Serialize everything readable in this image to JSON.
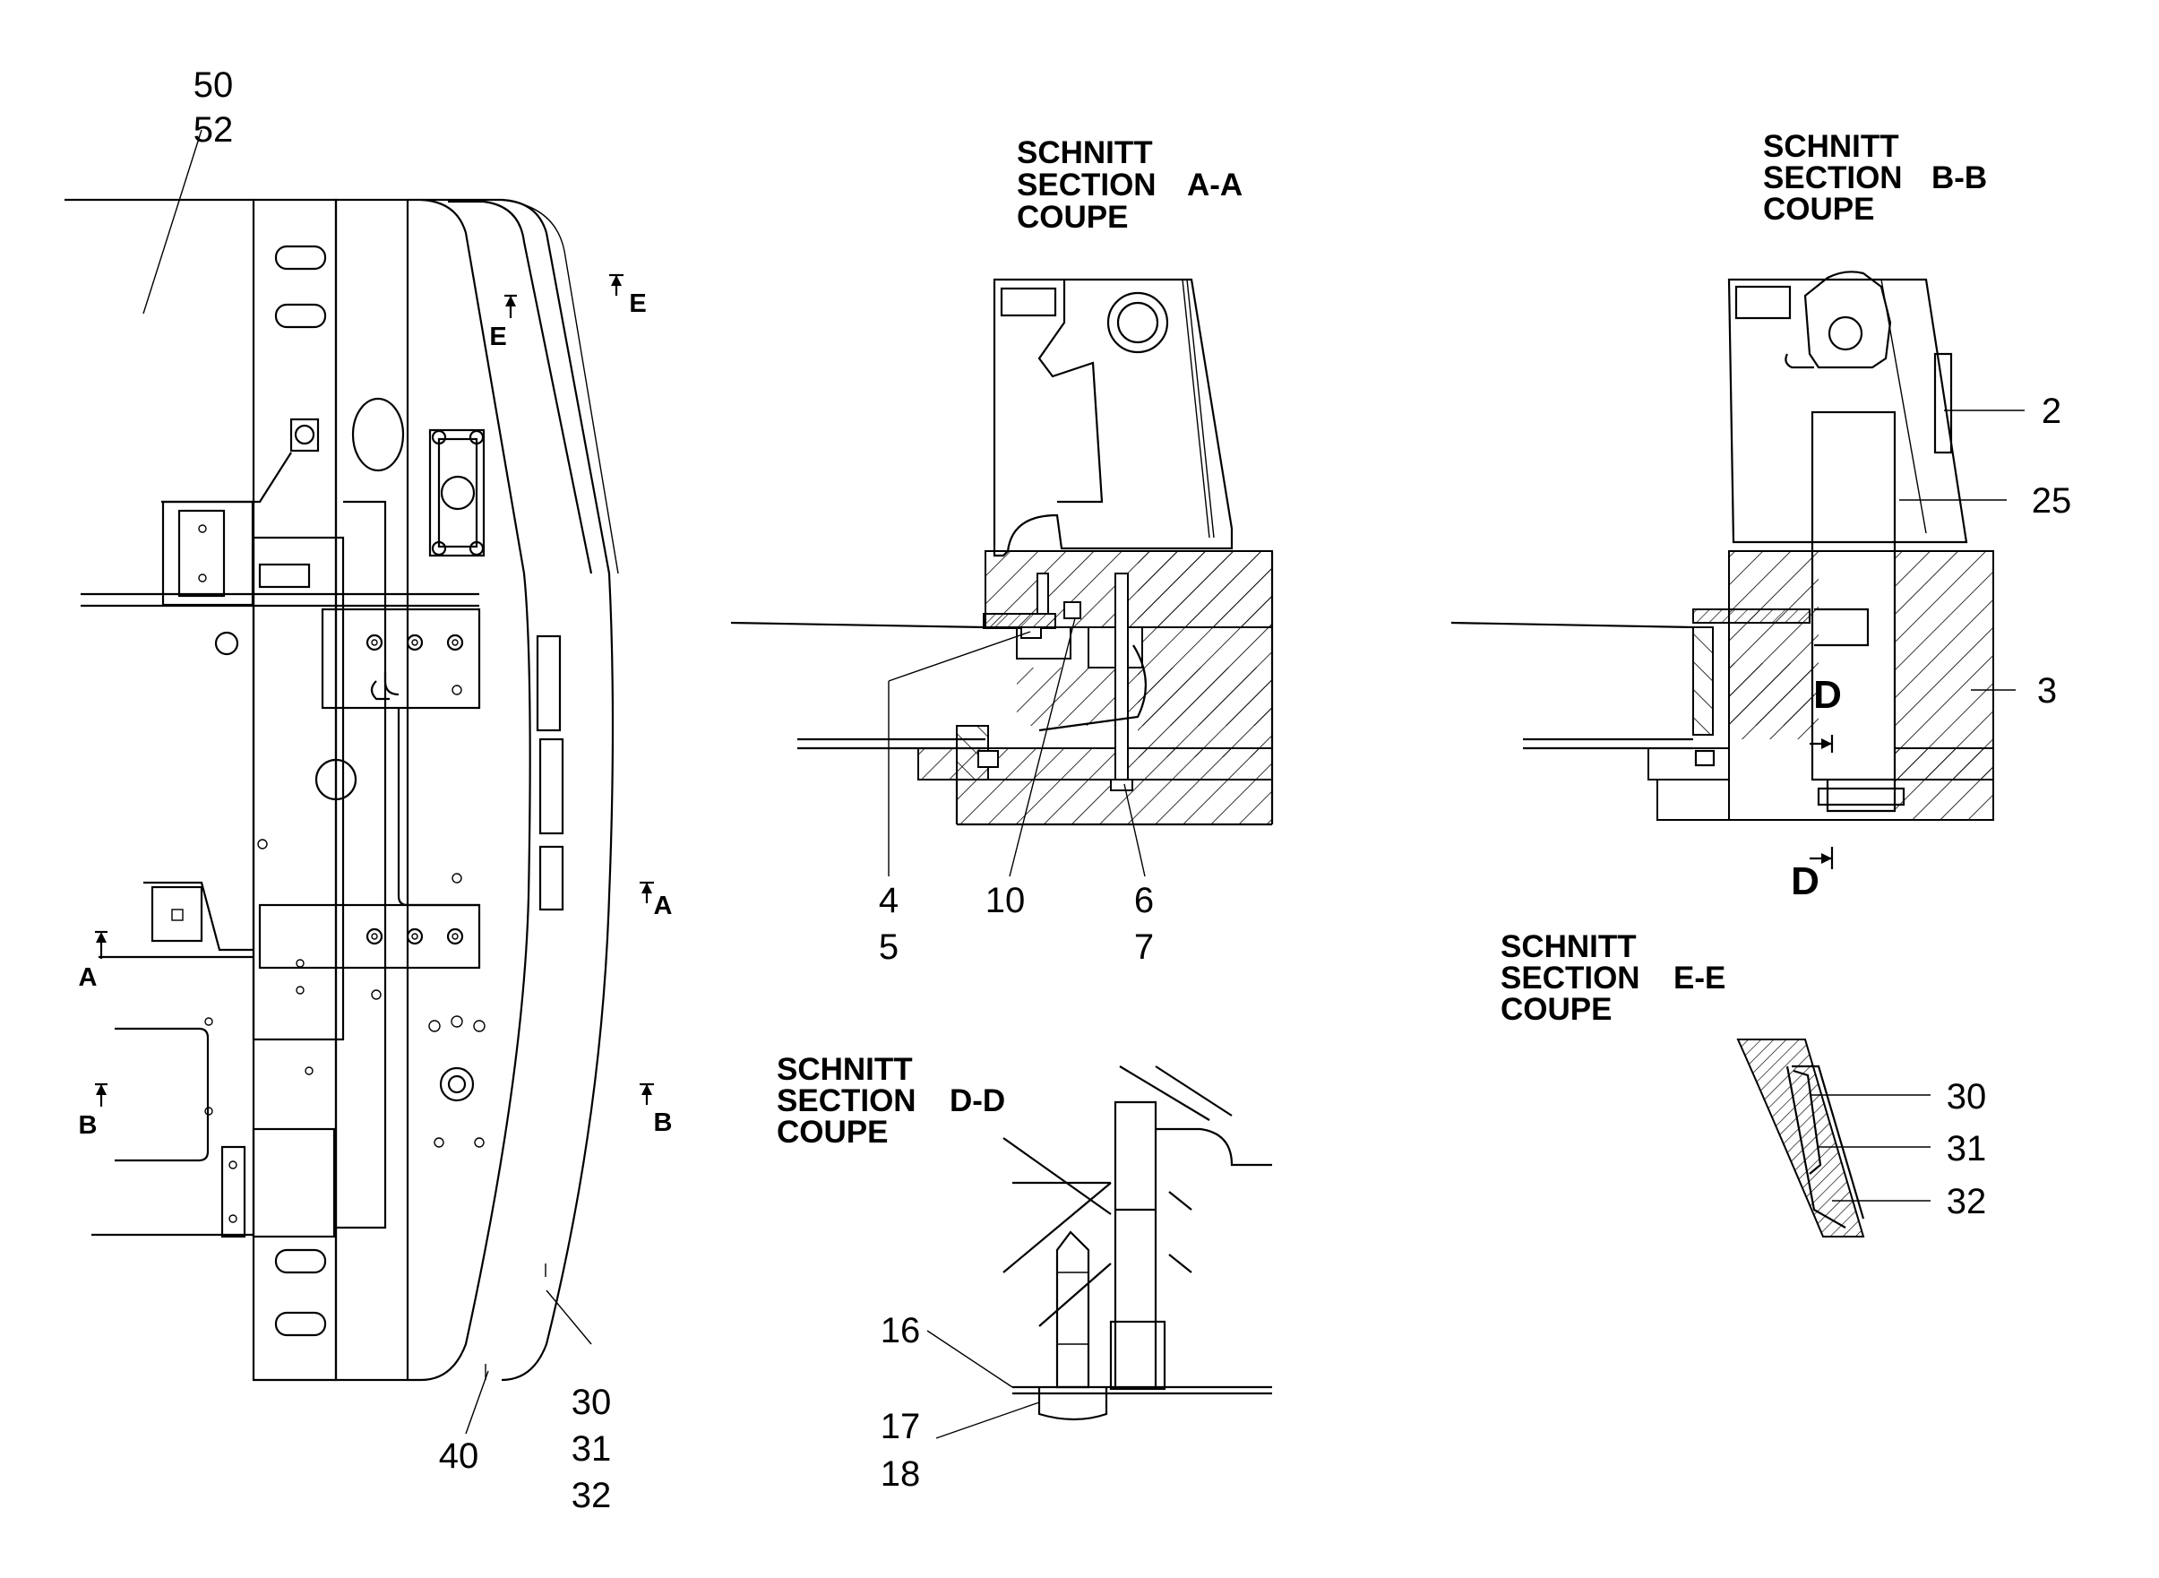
{
  "views": {
    "main": {
      "callouts": {
        "top_a": "50",
        "top_b": "52",
        "b40": "40",
        "b30": "30",
        "b31": "31",
        "b32": "32"
      },
      "markers": {
        "a_left": "A",
        "a_right": "A",
        "b_left": "B",
        "b_right": "B",
        "e_inner": "E",
        "e_outer": "E"
      }
    },
    "section_aa": {
      "title_de": "SCHNITT",
      "title_en": "SECTION",
      "title_fr": "COUPE",
      "title_id": "A-A",
      "callouts": {
        "c4": "4",
        "c5": "5",
        "c10": "10",
        "c6": "6",
        "c7": "7"
      }
    },
    "section_bb": {
      "title_de": "SCHNITT",
      "title_en": "SECTION",
      "title_fr": "COUPE",
      "title_id": "B-B",
      "callouts": {
        "c2": "2",
        "c25": "25",
        "c3": "3"
      },
      "markers": {
        "d_upper": "D",
        "d_lower": "D"
      }
    },
    "section_dd": {
      "title_de": "SCHNITT",
      "title_en": "SECTION",
      "title_fr": "COUPE",
      "title_id": "D-D",
      "callouts": {
        "c16": "16",
        "c17": "17",
        "c18": "18"
      }
    },
    "section_ee": {
      "title_de": "SCHNITT",
      "title_en": "SECTION",
      "title_fr": "COUPE",
      "title_id": "E-E",
      "callouts": {
        "c30": "30",
        "c31": "31",
        "c32": "32"
      }
    }
  }
}
